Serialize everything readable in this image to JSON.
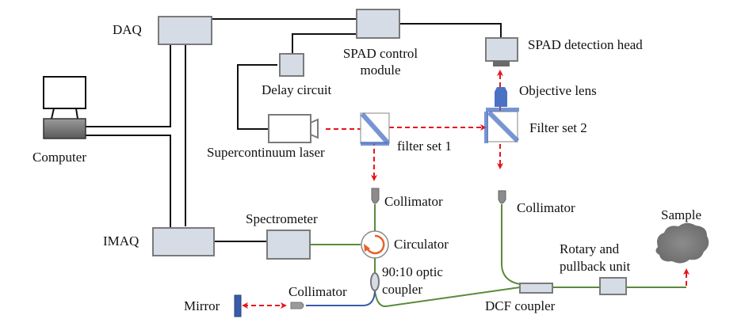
{
  "diagram": {
    "title": "",
    "colors": {
      "box_fill": "#d6dce6",
      "box_stroke": "#7a7a7a",
      "wire": "#111111",
      "fiber_green": "#5a8a3c",
      "fiber_blue": "#3a5ca8",
      "beam_red": "#e8151b",
      "optic_blue": "#4a72c4",
      "circulator_arrow": "#e8602a",
      "sample_gray": "#8a8a8a"
    },
    "labels": {
      "daq": "DAQ",
      "spad_control_line1": "SPAD control",
      "spad_control_line2": "module",
      "spad_head": "SPAD detection head",
      "delay_circuit": "Delay circuit",
      "objective_lens": "Objective lens",
      "computer": "Computer",
      "supercontinuum_laser": "Supercontinuum laser",
      "filter_set_1": "filter set 1",
      "filter_set_2": "Filter set 2",
      "collimator_top": "Collimator",
      "collimator_right": "Collimator",
      "collimator_ref": "Collimator",
      "imaq": "IMAQ",
      "spectrometer": "Spectrometer",
      "circulator": "Circulator",
      "coupler_line1": "90:10 optic",
      "coupler_line2": "coupler",
      "sample": "Sample",
      "rotary_line1": "Rotary and",
      "rotary_line2": "pullback unit",
      "mirror": "Mirror",
      "dcf_coupler": "DCF coupler"
    }
  }
}
